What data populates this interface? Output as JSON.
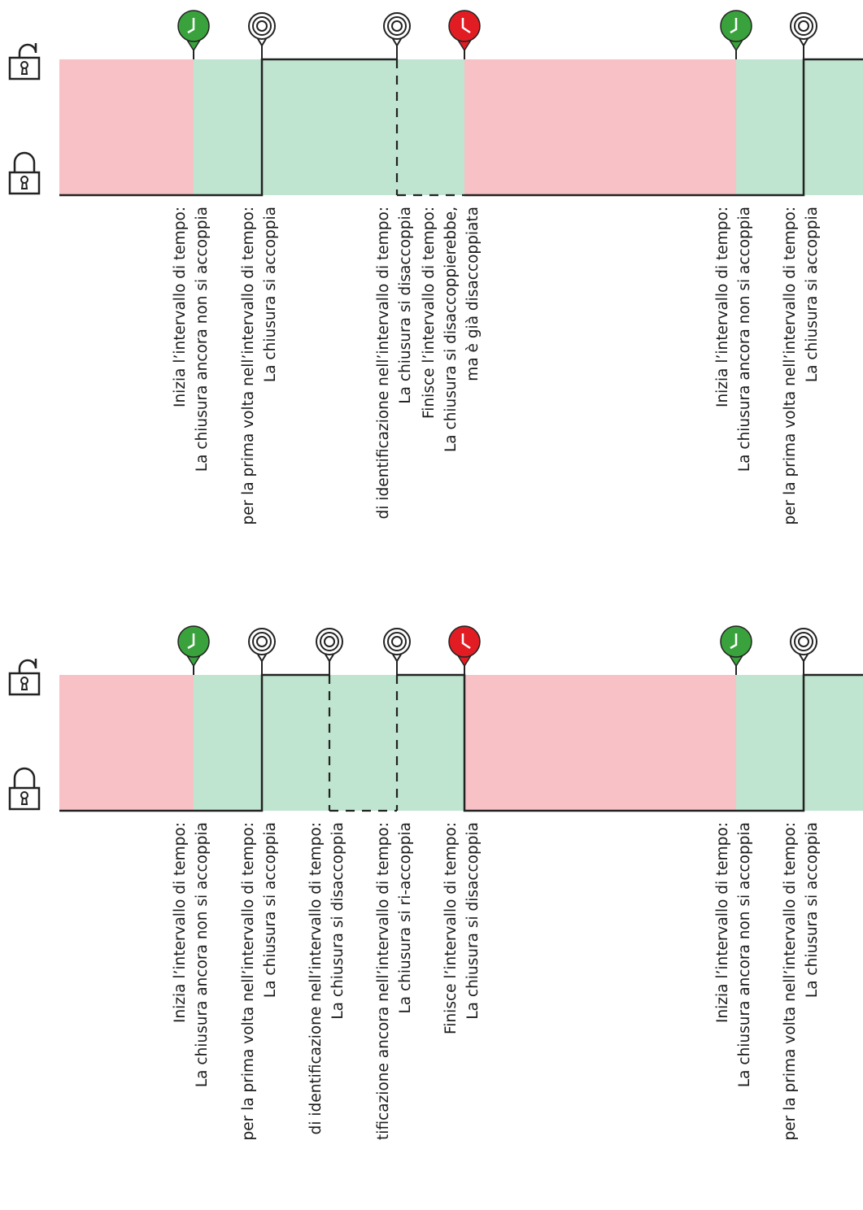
{
  "colors": {
    "locked_zone": "#f7c1c6",
    "unlocked_zone": "#bfe4cf",
    "line": "#222222",
    "clock_start": "#3aa23c",
    "clock_end": "#e11d23",
    "key_marker": "#ffffff"
  },
  "icons": {
    "state_open": "padlock-open-icon",
    "state_closed": "padlock-closed-icon",
    "start": "green-clock-icon",
    "end": "red-clock-icon",
    "key": "key-fob-icon"
  },
  "diagrams": [
    {
      "name": "scenario-top",
      "labels": [
        {
          "event": "interval-start",
          "lines": [
            "Inizia l’intervallo di tempo:",
            "La chiusura ancora non si accoppia"
          ]
        },
        {
          "event": "first-key",
          "lines": [
            "per la prima volta nell’intervallo di tempo:",
            "La chiusura si accoppia"
          ]
        },
        {
          "event": "second-key",
          "lines": [
            "di identificazione nell’intervallo di tempo:",
            "La chiusura si disaccoppia"
          ]
        },
        {
          "event": "interval-end",
          "lines": [
            "Finisce l’intervallo di tempo:",
            "La chiusura si disaccoppierebbe,",
            "ma è già disaccoppiata"
          ]
        },
        {
          "event": "interval-start-2",
          "lines": [
            "Inizia l’intervallo di tempo:",
            "La chiusura ancora non si accoppia"
          ]
        },
        {
          "event": "first-key-2",
          "lines": [
            "per la prima volta nell’intervallo di tempo:",
            "La chiusura si accoppia"
          ]
        }
      ]
    },
    {
      "name": "scenario-bottom",
      "labels": [
        {
          "event": "interval-start",
          "lines": [
            "Inizia l’intervallo di tempo:",
            "La chiusura ancora non si accoppia"
          ]
        },
        {
          "event": "first-key",
          "lines": [
            "per la prima volta nell’intervallo di tempo:",
            "La chiusura si accoppia"
          ]
        },
        {
          "event": "second-key",
          "lines": [
            "di identificazione nell’intervallo di tempo:",
            "La chiusura si disaccoppia"
          ]
        },
        {
          "event": "third-key",
          "lines": [
            "tificazione ancora nell’intervallo di tempo:",
            "La chiusura si ri-accoppia"
          ]
        },
        {
          "event": "interval-end",
          "lines": [
            "Finisce l’intervallo di tempo:",
            "La chiusura si disaccoppia"
          ]
        },
        {
          "event": "interval-start-2",
          "lines": [
            "Inizia l’intervallo di tempo:",
            "La chiusura ancora non si accoppia"
          ]
        },
        {
          "event": "first-key-2",
          "lines": [
            "per la prima volta nell’intervallo di tempo:",
            "La chiusura si accoppia"
          ]
        }
      ]
    }
  ]
}
